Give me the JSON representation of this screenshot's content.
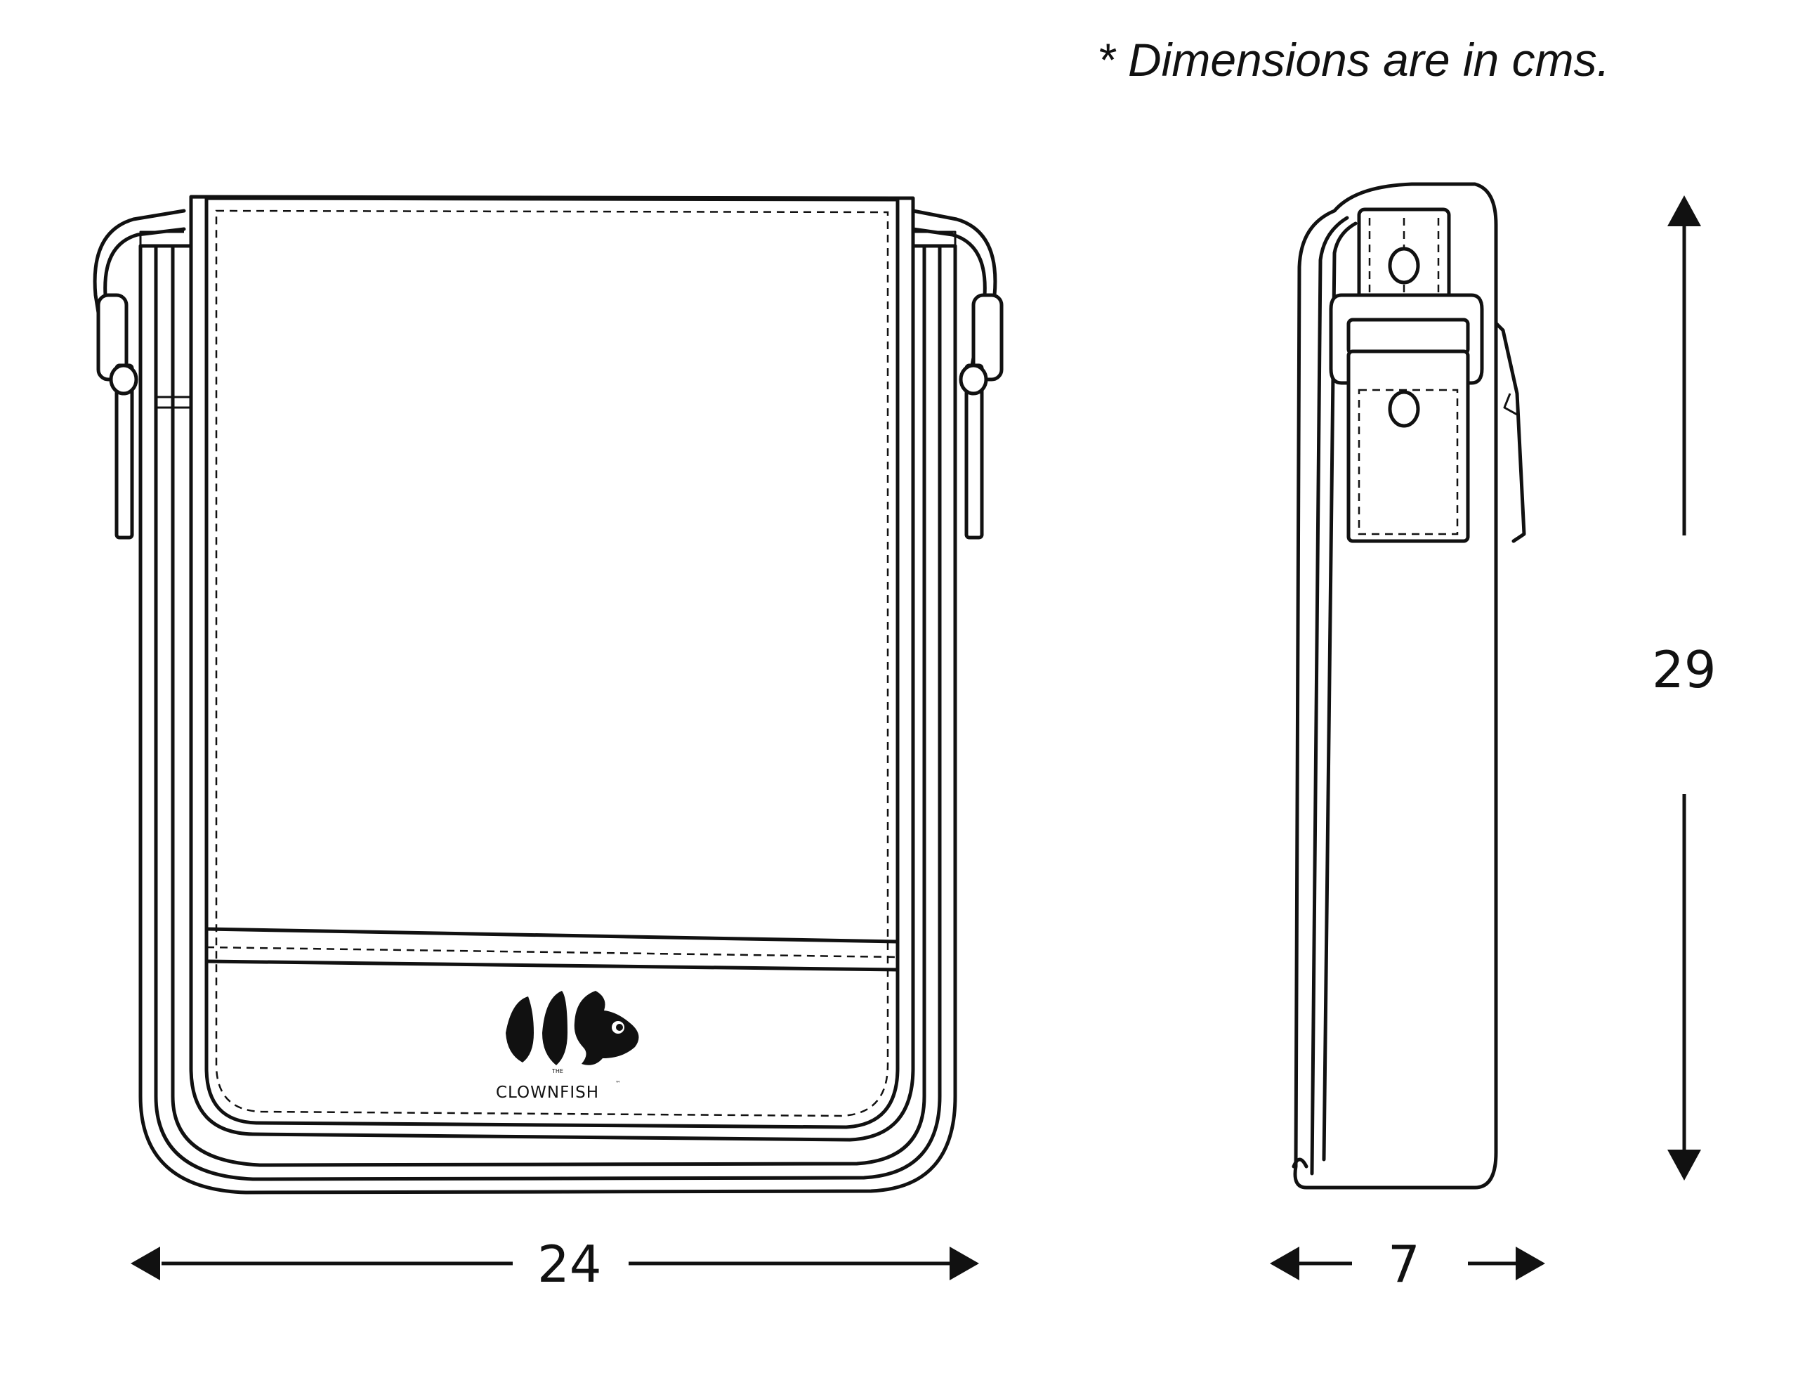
{
  "note": "* Dimensions are in cms.",
  "dimensions": {
    "width": "24",
    "depth": "7",
    "height": "29"
  },
  "brand": {
    "prefix": "THE",
    "name": "CLOWNFISH",
    "mark": "™"
  },
  "colors": {
    "ink": "#111111",
    "background": "#ffffff"
  }
}
